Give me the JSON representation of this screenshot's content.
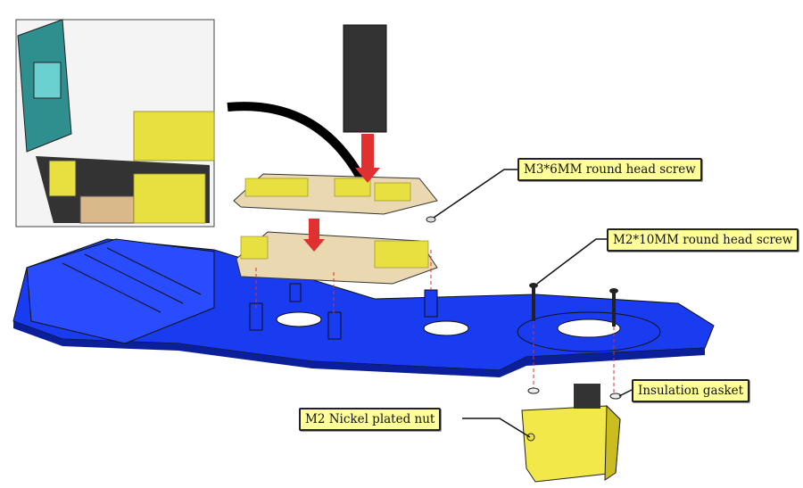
{
  "diagram": {
    "callouts": {
      "m3_screw": "M3*6MM round head screw",
      "m2_screw": "M2*10MM round head screw",
      "gasket": "Insulation gasket",
      "nut": "M2 Nickel plated nut"
    },
    "colors": {
      "chassis": "#1a3cf0",
      "chassis_dark": "#0c1f9a",
      "board": "#e9d8b0",
      "header": "#e8e040",
      "servo": "#f2e84a",
      "arrow": "#e03030",
      "label_bg": "#ffff99"
    }
  }
}
